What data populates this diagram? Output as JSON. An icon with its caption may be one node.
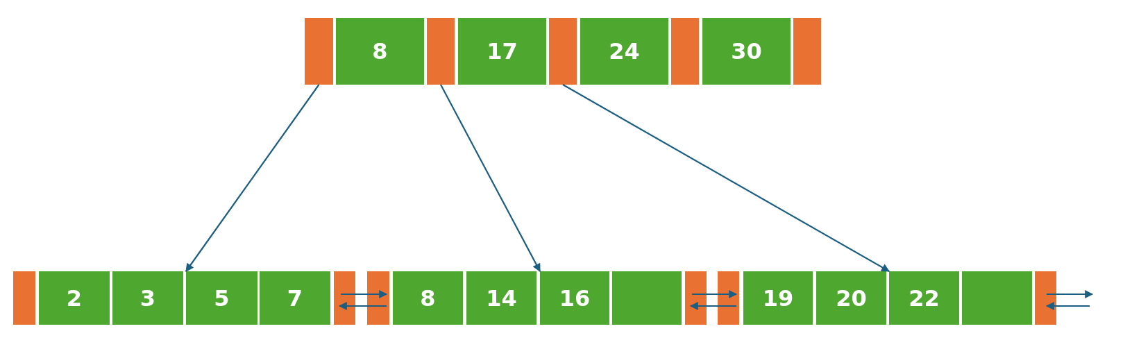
{
  "diagram": {
    "nodes": [
      {
        "text": [],
        "shape": "bar"
      },
      {
        "text": [
          "8"
        ]
      },
      {
        "text": [],
        "shape": "bar"
      },
      {
        "text": [
          "17"
        ]
      },
      {
        "text": [],
        "shape": "bar"
      },
      {
        "text": [
          "24"
        ]
      },
      {
        "text": [],
        "shape": "bar"
      },
      {
        "text": [
          "30"
        ]
      },
      {
        "text": [],
        "shape": "bar"
      },
      {
        "text": [],
        "shape": "bar"
      },
      {
        "text": [
          "2"
        ]
      },
      {
        "text": [
          "3"
        ]
      },
      {
        "text": [
          "5"
        ]
      },
      {
        "text": [
          "7"
        ]
      },
      {
        "text": [],
        "shape": "bar"
      },
      {
        "text": [],
        "shape": "bar"
      },
      {
        "text": [
          "8"
        ]
      },
      {
        "text": [
          "14"
        ]
      },
      {
        "text": [
          "16"
        ]
      },
      {
        "text": [],
        "shape": "box"
      },
      {
        "text": [],
        "shape": "bar"
      },
      {
        "text": [],
        "shape": "bar"
      },
      {
        "text": [
          "19"
        ]
      },
      {
        "text": [
          "20"
        ]
      },
      {
        "text": [
          "22"
        ]
      },
      {
        "text": [],
        "shape": "box"
      },
      {
        "text": [],
        "shape": "bar"
      }
    ],
    "edges": [
      {
        "from": 0,
        "to": 12,
        "arrow": "to"
      },
      {
        "from": 2,
        "to": 18,
        "arrow": "to"
      },
      {
        "from": 4,
        "to": 24,
        "arrow": "to"
      },
      {
        "from": 14,
        "to": 15,
        "arrow": "to"
      },
      {
        "from": 15,
        "to": 14,
        "arrow": "to"
      },
      {
        "from": 20,
        "to": 21,
        "arrow": "to"
      },
      {
        "from": 21,
        "to": 20,
        "arrow": "to"
      },
      {
        "from": 26,
        "to": null,
        "arrow": "to"
      },
      {
        "from": null,
        "to": 26,
        "arrow": "to"
      }
    ]
  }
}
